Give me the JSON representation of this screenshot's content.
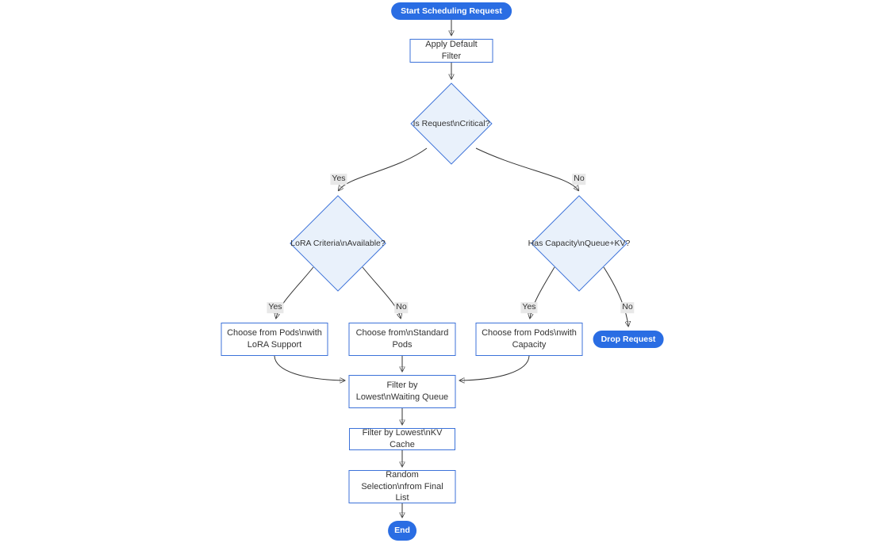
{
  "diagram": {
    "type": "flowchart",
    "nodes": {
      "start": {
        "label": "Start Scheduling Request",
        "shape": "stadium"
      },
      "apply_filter": {
        "label": "Apply Default Filter",
        "shape": "rect"
      },
      "is_critical": {
        "label": "Is Request\\nCritical?",
        "shape": "diamond"
      },
      "lora_criteria": {
        "label": "LoRA Criteria\\nAvailable?",
        "shape": "diamond"
      },
      "has_capacity": {
        "label": "Has Capacity\\nQueue+KV?",
        "shape": "diamond"
      },
      "choose_lora_pods": {
        "label": "Choose from Pods\\nwith LoRA Support",
        "shape": "rect"
      },
      "choose_standard_pods": {
        "label": "Choose from\\nStandard Pods",
        "shape": "rect"
      },
      "choose_capacity_pods": {
        "label": "Choose from Pods\\nwith Capacity",
        "shape": "rect"
      },
      "drop_request": {
        "label": "Drop Request",
        "shape": "stadium"
      },
      "filter_waiting_queue": {
        "label": "Filter by Lowest\\nWaiting Queue",
        "shape": "rect"
      },
      "filter_kv_cache": {
        "label": "Filter by Lowest\\nKV Cache",
        "shape": "rect"
      },
      "random_selection": {
        "label": "Random Selection\\nfrom Final List",
        "shape": "rect"
      },
      "end": {
        "label": "End",
        "shape": "stadium"
      }
    },
    "edge_labels": {
      "critical_yes": "Yes",
      "critical_no": "No",
      "lora_yes": "Yes",
      "lora_no": "No",
      "capacity_yes": "Yes",
      "capacity_no": "No"
    },
    "colors": {
      "accent_fill": "#2a6de3",
      "node_border": "#3c72d9",
      "decision_fill": "#e9f1fb",
      "edge_stroke": "#333333",
      "edge_label_bg": "#e8e8e8",
      "text": "#333333",
      "pill_text": "#ffffff"
    }
  }
}
